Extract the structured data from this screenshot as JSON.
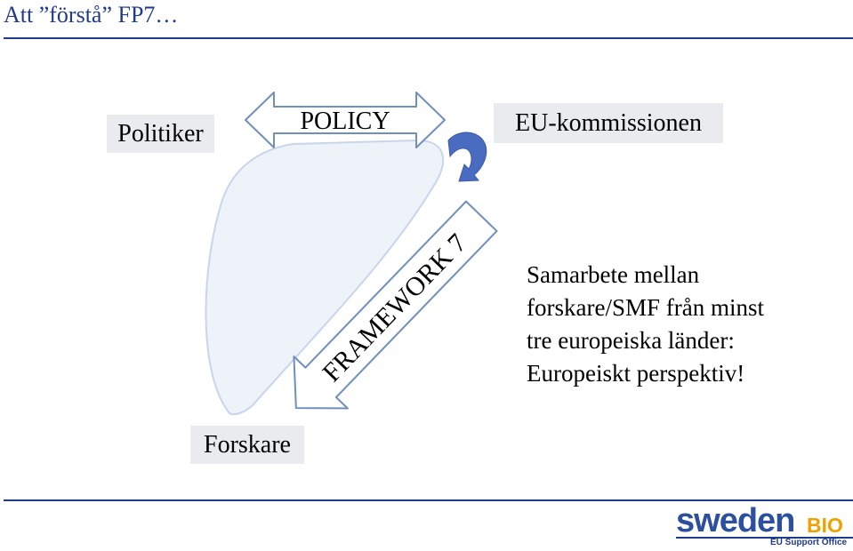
{
  "title": "Att ”förstå” FP7…",
  "labels": {
    "politiker": "Politiker",
    "eu": "EU-kommissionen",
    "forskare": "Forskare",
    "policy": "POLICY",
    "framework": "FRAMEWORK 7"
  },
  "info_lines": [
    "Samarbete mellan",
    "forskare/SMF från minst",
    "tre europeiska länder:",
    "Europeiskt perspektiv!"
  ],
  "logo": {
    "main": "sweden",
    "bio": "BIO",
    "sub": "EU Support Office"
  },
  "colors": {
    "title": "#1f3b8c",
    "box_fill": "#e9ebef",
    "shape_fill": "#eef2f9",
    "shape_stroke": "#c9d5ec",
    "curved_arrow": "#4a6cc0",
    "logo_blue": "#2c4f9e",
    "logo_orange": "#f0a000"
  },
  "icons": {
    "policy_arrow": "double-headed-arrow-icon",
    "framework_arrow": "down-left-arrow-icon",
    "curved_arrow": "curved-arrow-icon"
  }
}
